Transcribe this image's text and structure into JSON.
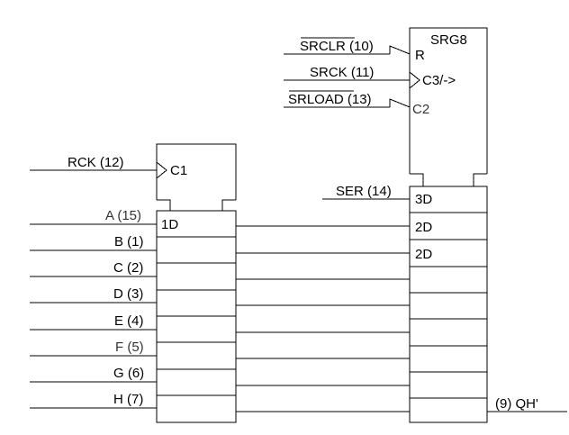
{
  "register_block": {
    "clock_label": "C1",
    "data_label": "1D"
  },
  "shift_register": {
    "title": "SRG8",
    "reset_label": "R",
    "clock_label": "C3/->",
    "load_label": "C2",
    "serial_label": "3D",
    "parallel_label_1": "2D",
    "parallel_label_2": "2D"
  },
  "inputs": {
    "srclr": "SRCLR (10)",
    "srck": "SRCK (11)",
    "srload": "SRLOAD (13)",
    "rck": "RCK (12)",
    "ser": "SER (14)",
    "data_pins": [
      "A (15)",
      "B (1)",
      "C (2)",
      "D (3)",
      "E (4)",
      "F (5)",
      "G (6)",
      "H (7)"
    ]
  },
  "outputs": {
    "qh_prime": "(9) QH'"
  }
}
